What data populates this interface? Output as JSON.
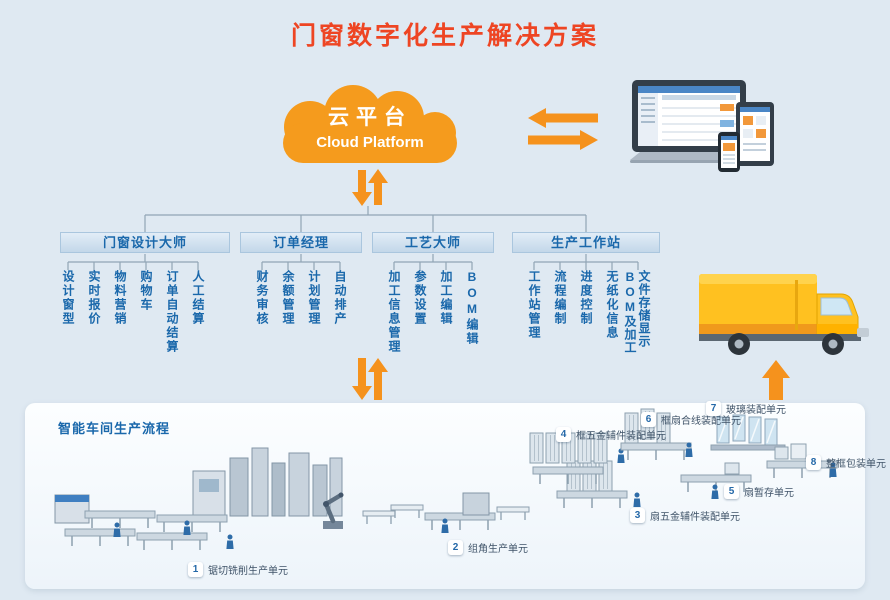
{
  "page": {
    "title": "门窗数字化生产解决方案"
  },
  "cloud": {
    "title": "云平台",
    "subtitle": "Cloud Platform"
  },
  "modules": [
    {
      "name": "门窗设计大师",
      "children": [
        "设计窗型",
        "实时报价",
        "物料营销",
        "购物车",
        "订单自动结算",
        "人工结算"
      ]
    },
    {
      "name": "订单经理",
      "children": [
        "财务审核",
        "余额管理",
        "计划管理",
        "自动排产"
      ]
    },
    {
      "name": "工艺大师",
      "children": [
        "加工信息管理",
        "参数设置",
        "加工编辑",
        "BOM编辑"
      ]
    },
    {
      "name": "生产工作站",
      "children": [
        "工作站管理",
        "流程编制",
        "进度控制",
        "无纸化信息",
        "文件存储显示BOM及加工"
      ]
    }
  ],
  "workshop": {
    "label": "智能车间生产流程",
    "stations": [
      {
        "num": "1",
        "label": "锯切铣削生产单元"
      },
      {
        "num": "2",
        "label": "组角生产单元"
      },
      {
        "num": "3",
        "label": "扇五金辅件装配单元"
      },
      {
        "num": "4",
        "label": "框五金辅件装配单元"
      },
      {
        "num": "5",
        "label": "扇暂存单元"
      },
      {
        "num": "6",
        "label": "框扇合线装配单元"
      },
      {
        "num": "7",
        "label": "玻璃装配单元"
      },
      {
        "num": "8",
        "label": "整框包装单元"
      }
    ]
  },
  "icons": {
    "cloud": "cloud-shape",
    "exchange_arrows": "left-right-double-arrow",
    "cloud_sync_arrows": "down-up-double-arrow",
    "workshop_sync_arrows": "down-up-double-arrow",
    "truck_arrow": "up-arrow",
    "devices": "laptop-tablet-phone-illustration",
    "truck": "delivery-truck-illustration",
    "factory": "workshop-production-line-illustration"
  },
  "colors": {
    "background": "#dfe9f2",
    "title": "#ee4523",
    "accent_orange": "#f5921d",
    "blue": "#1a68ab",
    "panel": "#f7fbfe"
  }
}
